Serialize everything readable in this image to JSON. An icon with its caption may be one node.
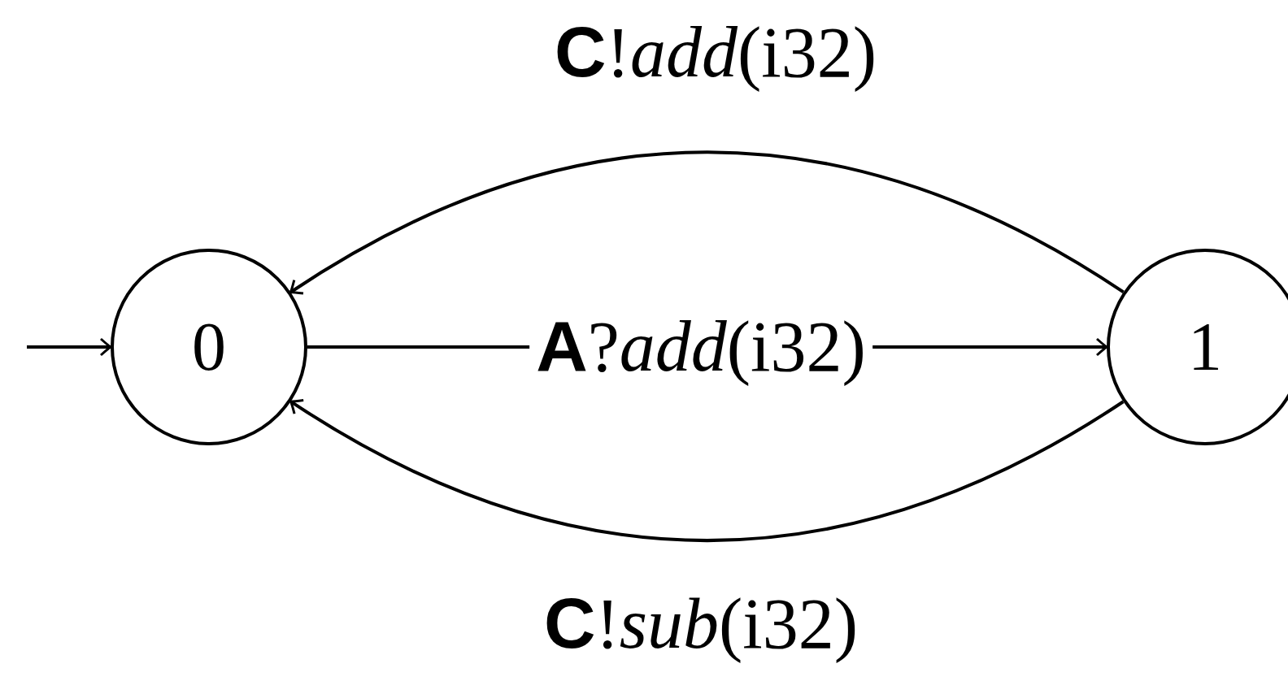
{
  "diagram": {
    "nodes": [
      {
        "text": [
          "0"
        ]
      },
      {
        "text": [
          "1"
        ]
      }
    ],
    "edges": [
      {
        "from": null,
        "to": 0,
        "arrow": "to"
      },
      {
        "from": 0,
        "to": 1,
        "arrow": "to",
        "label": "**A**?*add*(i32)"
      },
      {
        "from": 1,
        "to": 0,
        "arrow": "to",
        "label": "**C**!*add*(i32)"
      },
      {
        "from": 1,
        "to": 0,
        "arrow": "to",
        "label": "**C**!*sub*(i32)"
      }
    ]
  }
}
